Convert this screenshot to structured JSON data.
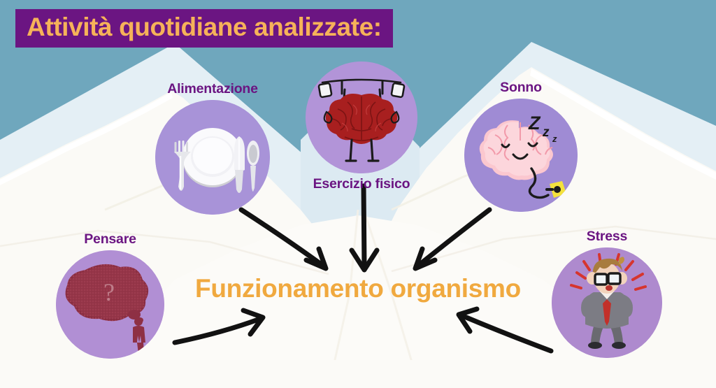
{
  "header": {
    "title": "Attività quotidiane analizzate:",
    "banner_color": "#6B1582",
    "title_color": "#F6B259"
  },
  "center": {
    "label": "Funzionamento organismo",
    "color": "#F0A93F"
  },
  "theme": {
    "sky_color": "#6FA7BD",
    "mountain_color": "#FBFAF6",
    "snow_shadow_color": "#E8F0F5",
    "label_color": "#6B1582",
    "arrow_color": "#121212"
  },
  "nodes": [
    {
      "id": "alimentazione",
      "label": "Alimentazione",
      "label_position": "above",
      "icon": "place-setting-icon",
      "circle_color": "#A893D8"
    },
    {
      "id": "esercizio",
      "label": "Esercizio fisico",
      "label_position": "below",
      "icon": "brain-lifting-barbell-icon",
      "circle_color": "#B294D8"
    },
    {
      "id": "sonno",
      "label": "Sonno",
      "label_position": "above",
      "icon": "sleeping-brain-icon",
      "circle_color": "#9F8BD4"
    },
    {
      "id": "pensare",
      "label": "Pensare",
      "label_position": "above",
      "icon": "thought-bubble-question-icon",
      "circle_color": "#B18FD4"
    },
    {
      "id": "stress",
      "label": "Stress",
      "label_position": "above",
      "icon": "stressed-man-icon",
      "circle_color": "#AE8ACE"
    }
  ],
  "arrows": [
    {
      "id": "arrow-alimentazione-to-center",
      "direction": "down-right"
    },
    {
      "id": "arrow-esercizio-to-center",
      "direction": "down"
    },
    {
      "id": "arrow-sonno-to-center",
      "direction": "down-left"
    },
    {
      "id": "arrow-pensare-to-center",
      "direction": "up-right"
    },
    {
      "id": "arrow-stress-to-center",
      "direction": "up-left"
    }
  ]
}
